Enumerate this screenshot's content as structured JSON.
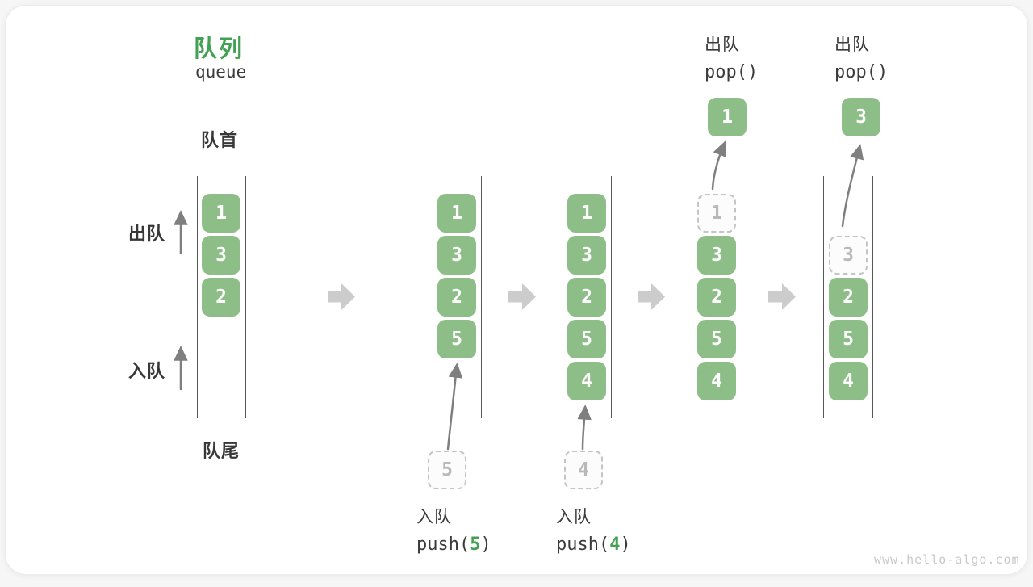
{
  "title": {
    "zh": "队列",
    "en": "queue"
  },
  "side_labels": {
    "front": "队首",
    "rear": "队尾",
    "dequeue": "出队",
    "enqueue": "入队"
  },
  "states": {
    "s1": {
      "items": [
        "1",
        "3",
        "2"
      ]
    },
    "s2": {
      "items": [
        "1",
        "3",
        "2",
        "5"
      ]
    },
    "s3": {
      "items": [
        "1",
        "3",
        "2",
        "5",
        "4"
      ]
    },
    "s4": {
      "popped_slot": "1",
      "items": [
        "3",
        "2",
        "5",
        "4"
      ]
    },
    "s5": {
      "popped_slot": "3",
      "items": [
        "2",
        "5",
        "4"
      ]
    }
  },
  "pending_items": {
    "push5": "5",
    "push4": "4"
  },
  "ops": {
    "push5": {
      "label": "入队",
      "code_prefix": "push(",
      "arg": "5",
      "code_suffix": ")"
    },
    "push4": {
      "label": "入队",
      "code_prefix": "push(",
      "arg": "4",
      "code_suffix": ")"
    },
    "pop1": {
      "label": "出队",
      "code": "pop()",
      "popped_value": "1"
    },
    "pop2": {
      "label": "出队",
      "code": "pop()",
      "popped_value": "3"
    }
  },
  "watermark": "www.hello-algo.com",
  "colors": {
    "item_green": "#8ebe88",
    "accent_green": "#44a054",
    "block_arrow_gray": "#cccccc",
    "thin_arrow_gray": "#7f7f7f",
    "column_line_gray": "#575757",
    "ghost_border_gray": "#c4c4c4",
    "text_dark": "#3a3a3a",
    "watermark_gray": "#c9c9c9"
  },
  "icons": {
    "flow_arrow": "right-block-arrow",
    "dequeue_direction": "up-arrow",
    "enqueue_direction": "up-arrow",
    "item_motion": "curved-up-arrow"
  }
}
